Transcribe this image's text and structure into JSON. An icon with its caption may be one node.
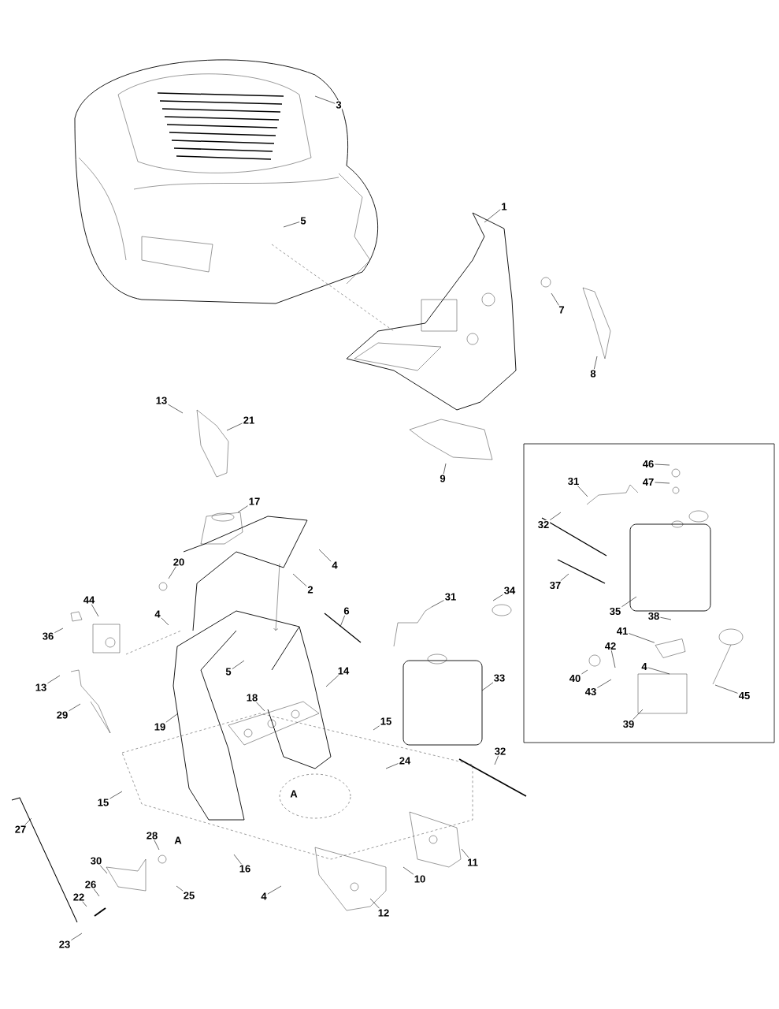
{
  "diagram": {
    "nodes": [
      {
        "text": [
          "3"
        ]
      },
      {
        "text": [
          "5"
        ]
      },
      {
        "text": [
          "1"
        ]
      },
      {
        "text": [
          "7"
        ]
      },
      {
        "text": [
          "8"
        ]
      },
      {
        "text": [
          "13"
        ]
      },
      {
        "text": [
          "21"
        ]
      },
      {
        "text": [
          "9"
        ]
      },
      {
        "text": [
          "17"
        ]
      },
      {
        "text": [
          "20"
        ]
      },
      {
        "text": [
          "4"
        ]
      },
      {
        "text": [
          "2"
        ]
      },
      {
        "text": [
          "44"
        ]
      },
      {
        "text": [
          "36"
        ]
      },
      {
        "text": [
          "4"
        ]
      },
      {
        "text": [
          "6"
        ]
      },
      {
        "text": [
          "31"
        ]
      },
      {
        "text": [
          "34"
        ]
      },
      {
        "text": [
          "5"
        ]
      },
      {
        "text": [
          "14"
        ]
      },
      {
        "text": [
          "13"
        ]
      },
      {
        "text": [
          "29"
        ]
      },
      {
        "text": [
          "18"
        ]
      },
      {
        "text": [
          "19"
        ]
      },
      {
        "text": [
          "33"
        ]
      },
      {
        "text": [
          "15"
        ]
      },
      {
        "text": [
          "24"
        ]
      },
      {
        "text": [
          "32"
        ]
      },
      {
        "text": [
          "15"
        ]
      },
      {
        "text": [
          "27"
        ]
      },
      {
        "text": [
          "30"
        ]
      },
      {
        "text": [
          "28"
        ]
      },
      {
        "text": [
          "26"
        ]
      },
      {
        "text": [
          "22"
        ]
      },
      {
        "text": [
          "25"
        ]
      },
      {
        "text": [
          "16"
        ]
      },
      {
        "text": [
          "4"
        ]
      },
      {
        "text": [
          "10"
        ]
      },
      {
        "text": [
          "11"
        ]
      },
      {
        "text": [
          "12"
        ]
      },
      {
        "text": [
          "23"
        ]
      },
      {
        "text": [],
        "shape": "box"
      },
      {
        "text": [
          "46"
        ],
        "in": 41
      },
      {
        "text": [
          "47"
        ],
        "in": 41
      },
      {
        "text": [
          "31"
        ],
        "in": 41
      },
      {
        "text": [
          "32"
        ],
        "in": 41
      },
      {
        "text": [
          "37"
        ],
        "in": 41
      },
      {
        "text": [
          "35"
        ],
        "in": 41
      },
      {
        "text": [
          "38"
        ],
        "in": 41
      },
      {
        "text": [
          "41"
        ],
        "in": 41
      },
      {
        "text": [
          "42"
        ],
        "in": 41
      },
      {
        "text": [
          "4"
        ],
        "in": 41
      },
      {
        "text": [
          "40"
        ],
        "in": 41
      },
      {
        "text": [
          "43"
        ],
        "in": 41
      },
      {
        "text": [
          "45"
        ],
        "in": 41
      },
      {
        "text": [
          "39"
        ],
        "in": 41
      },
      {
        "text": [],
        "shape": "picture",
        "in": 41
      }
    ],
    "edges": [
      {
        "from": 0,
        "to": null,
        "arrow": "none"
      },
      {
        "from": 1,
        "to": null,
        "arrow": "none"
      },
      {
        "from": 2,
        "to": null,
        "arrow": "none"
      },
      {
        "from": 3,
        "to": null,
        "arrow": "none"
      },
      {
        "from": 4,
        "to": null,
        "arrow": "none"
      },
      {
        "from": 5,
        "to": null,
        "arrow": "none"
      },
      {
        "from": 6,
        "to": null,
        "arrow": "none"
      },
      {
        "from": 7,
        "to": null,
        "arrow": "none"
      },
      {
        "from": 8,
        "to": null,
        "arrow": "none"
      },
      {
        "from": 9,
        "to": null,
        "arrow": "none"
      },
      {
        "from": 10,
        "to": null,
        "arrow": "none"
      },
      {
        "from": 11,
        "to": null,
        "arrow": "none"
      },
      {
        "from": 12,
        "to": null,
        "arrow": "none"
      },
      {
        "from": 13,
        "to": null,
        "arrow": "none"
      },
      {
        "from": 14,
        "to": null,
        "arrow": "none"
      },
      {
        "from": 15,
        "to": null,
        "arrow": "none"
      },
      {
        "from": 16,
        "to": null,
        "arrow": "none"
      },
      {
        "from": 17,
        "to": null,
        "arrow": "none"
      },
      {
        "from": 18,
        "to": null,
        "arrow": "none"
      },
      {
        "from": 19,
        "to": null,
        "arrow": "none"
      },
      {
        "from": 20,
        "to": null,
        "arrow": "none"
      },
      {
        "from": 21,
        "to": null,
        "arrow": "none"
      },
      {
        "from": 22,
        "to": null,
        "arrow": "none"
      },
      {
        "from": 23,
        "to": null,
        "arrow": "none"
      },
      {
        "from": 24,
        "to": null,
        "arrow": "none"
      },
      {
        "from": 25,
        "to": null,
        "arrow": "none"
      },
      {
        "from": 26,
        "to": null,
        "arrow": "none"
      },
      {
        "from": 27,
        "to": null,
        "arrow": "none"
      },
      {
        "from": 28,
        "to": null,
        "arrow": "none"
      },
      {
        "from": 29,
        "to": null,
        "arrow": "none"
      },
      {
        "from": 30,
        "to": null,
        "arrow": "none"
      },
      {
        "from": 31,
        "to": null,
        "arrow": "none"
      },
      {
        "from": 32,
        "to": null,
        "arrow": "none"
      },
      {
        "from": 33,
        "to": null,
        "arrow": "none"
      },
      {
        "from": 34,
        "to": null,
        "arrow": "none"
      },
      {
        "from": 35,
        "to": null,
        "arrow": "none"
      },
      {
        "from": 36,
        "to": null,
        "arrow": "none"
      },
      {
        "from": 37,
        "to": null,
        "arrow": "none"
      },
      {
        "from": 38,
        "to": null,
        "arrow": "none"
      },
      {
        "from": 39,
        "to": null,
        "arrow": "none"
      },
      {
        "from": 40,
        "to": null,
        "arrow": "none"
      },
      {
        "from": 42,
        "to": null,
        "arrow": "none"
      },
      {
        "from": 43,
        "to": null,
        "arrow": "none"
      },
      {
        "from": 44,
        "to": null,
        "arrow": "none"
      },
      {
        "from": 45,
        "to": null,
        "arrow": "none"
      },
      {
        "from": 46,
        "to": null,
        "arrow": "none"
      },
      {
        "from": 47,
        "to": null,
        "arrow": "none"
      },
      {
        "from": 48,
        "to": null,
        "arrow": "none"
      },
      {
        "from": 49,
        "to": 56,
        "arrow": "none"
      },
      {
        "from": 50,
        "to": null,
        "arrow": "none"
      },
      {
        "from": 51,
        "to": null,
        "arrow": "none"
      },
      {
        "from": 52,
        "to": null,
        "arrow": "none"
      },
      {
        "from": 53,
        "to": null,
        "arrow": "none"
      },
      {
        "from": 54,
        "to": null,
        "arrow": "none"
      },
      {
        "from": 55,
        "to": null,
        "arrow": "none"
      }
    ],
    "labels": [
      "A",
      "A"
    ]
  }
}
